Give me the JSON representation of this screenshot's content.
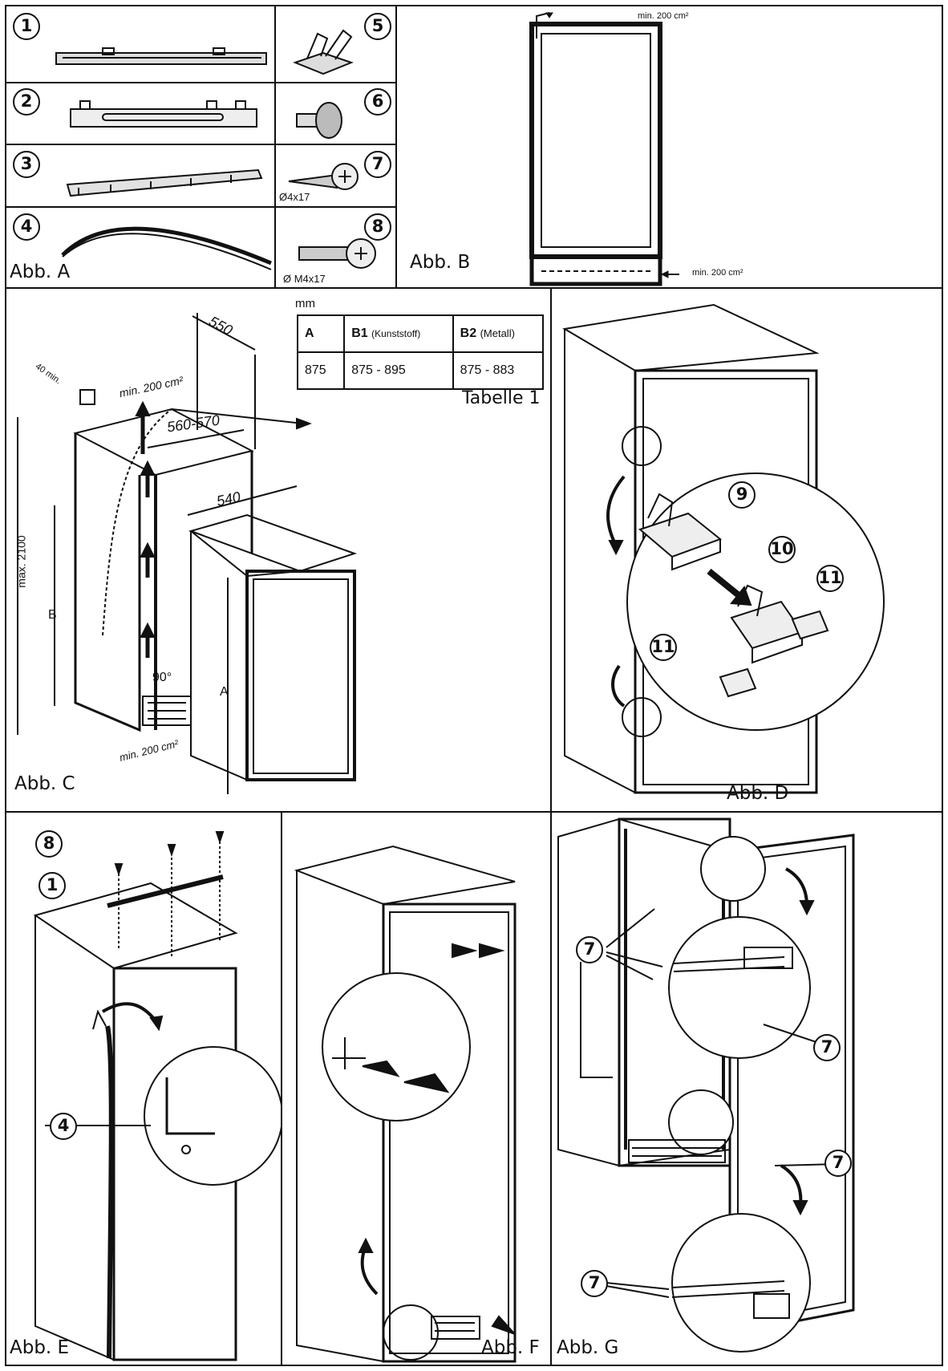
{
  "figures": {
    "a": {
      "label": "Abb. A",
      "parts": [
        "1",
        "2",
        "3",
        "4",
        "5",
        "6",
        "7",
        "8"
      ],
      "screw7_size": "Ø4x17",
      "screw8_size": "Ø M4x17"
    },
    "b": {
      "label": "Abb. B",
      "vent_top": "min. 200 cm²",
      "vent_bottom": "min. 200 cm²"
    },
    "c": {
      "label": "Abb. C",
      "depth": "550",
      "width_inner": "560-570",
      "width_unit": "540",
      "max_height": "max. 2100",
      "gap": "40 min.",
      "vent_top": "min. 200 cm²",
      "vent_bottom": "min. 200 cm²",
      "angle": "90°",
      "dim_a": "A",
      "dim_b": "B"
    },
    "table": {
      "unit": "mm",
      "caption": "Tabelle 1",
      "h_a": "A",
      "h_b1": "B1",
      "h_b1_note": "(Kunststoff)",
      "h_b2": "B2",
      "h_b2_note": "(Metall)",
      "v_a": "875",
      "v_b1": "875 - 895",
      "v_b2": "875 - 883"
    },
    "d": {
      "label": "Abb. D",
      "parts": [
        "9",
        "10",
        "11",
        "11"
      ]
    },
    "e": {
      "label": "Abb. E",
      "parts": [
        "8",
        "1",
        "4"
      ]
    },
    "f": {
      "label": "Abb. F"
    },
    "g": {
      "label": "Abb. G",
      "parts": [
        "7",
        "7",
        "7",
        "7"
      ]
    }
  }
}
